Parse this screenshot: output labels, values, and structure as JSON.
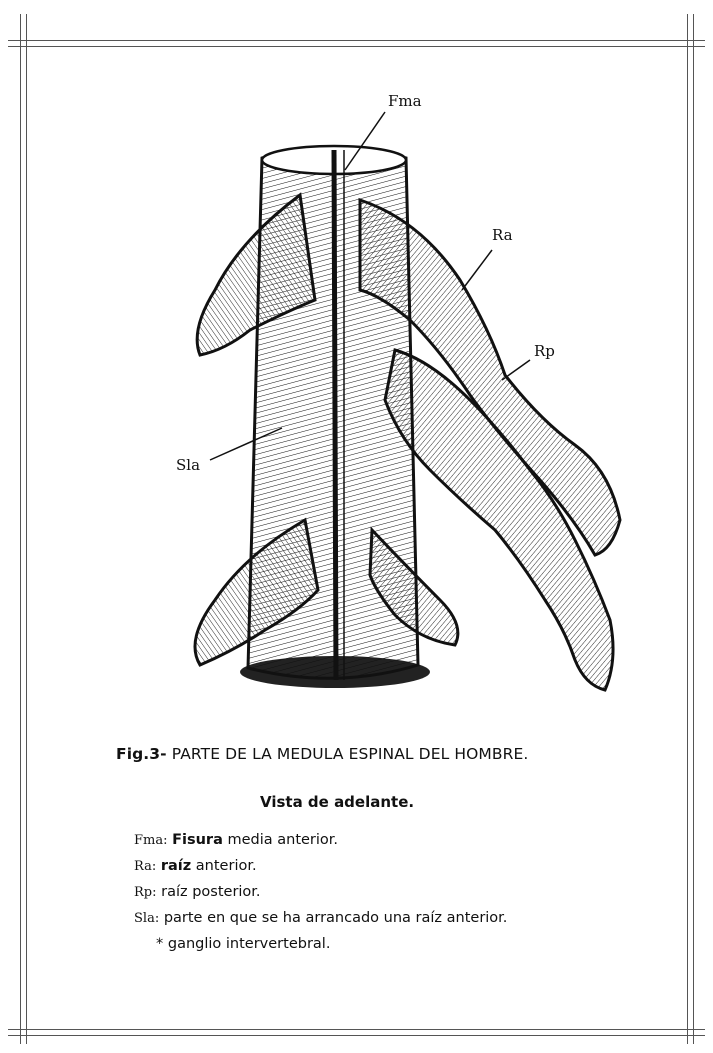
{
  "labels": {
    "fma": "Fma",
    "ra": "Ra",
    "rp": "Rp",
    "sla": "Sla"
  },
  "caption": {
    "fig_number": "Fig.3-",
    "title": "PARTE DE LA MEDULA ESPINAL DEL HOMBRE.",
    "subtitle": "Vista de adelante."
  },
  "legend": [
    {
      "abbr": "Fma:",
      "bold": "Fisura",
      "text": " media anterior."
    },
    {
      "abbr": "Ra:",
      "bold": "raíz",
      "text": " anterior."
    },
    {
      "abbr": "Rp:",
      "bold": "",
      "text": " raíz posterior."
    },
    {
      "abbr": "Sla:",
      "bold": "",
      "text": " parte en que se ha arrancado una raíz anterior."
    }
  ],
  "legend_note": "* ganglio intervertebral.",
  "colors": {
    "ink": "#111111",
    "frame": "#555555",
    "paper": "#ffffff"
  }
}
